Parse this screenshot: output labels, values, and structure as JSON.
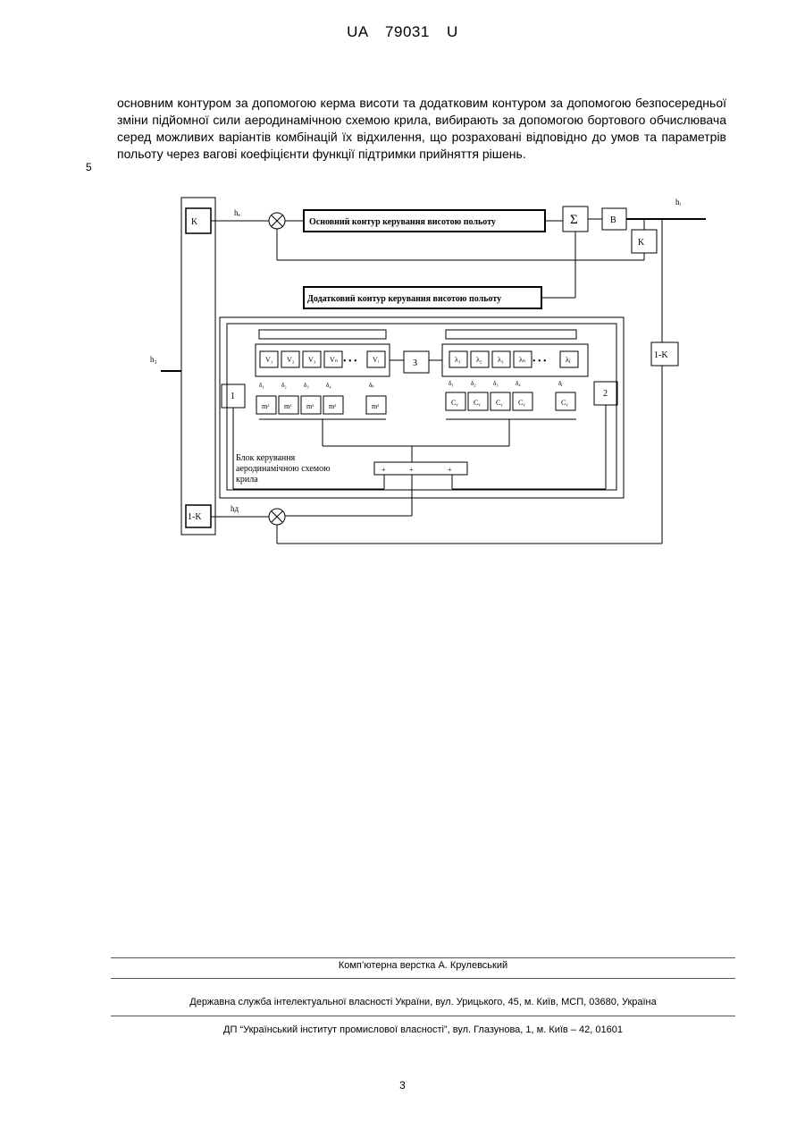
{
  "header": {
    "title": "UA 79031 U"
  },
  "paragraph": {
    "text": "основним контуром за допомогою керма висоти та додатковим контуром за допомогою безпосередньої зміни підйомної сили аеродинамічною схемою крила, вибирають за допомогою бортового обчислювача серед можливих варіантів комбінацій їх відхилення, що розраховані відповідно до умов та параметрів польоту через вагові коефіцієнти функції підтримки прийняття рішень.",
    "line_number": "5"
  },
  "diagram": {
    "main_contour": "Основний контур керування висотою польоту",
    "extra_contour": "Додатковий контур керування висотою польоту",
    "wing_block": [
      "Блок керування",
      "аеродинамічною схемою",
      "крила"
    ],
    "k_block": "K",
    "one_minus_k": "1-K",
    "sum_symbol": "Σ",
    "b_block": "B",
    "z_block": "З",
    "block_1": "1",
    "block_2": "2",
    "dots": "• • •",
    "h_in": "h₃",
    "h_e": "hₑ",
    "h_out": "hᵢ",
    "h_d": "hд",
    "v_blocks": [
      "V₁",
      "V₂",
      "V₃",
      "Vₙ",
      "Vᵢ"
    ],
    "lambda_blocks": [
      "λ₁",
      "λ₂",
      "λ₃",
      "λₙ",
      "λⱼ"
    ],
    "delta_labels": [
      "δ₁",
      "δ₂",
      "δ₃",
      "δ₄",
      "δₖ"
    ],
    "delta_labels_right": [
      "δ₁",
      "δ₂",
      "δ₃",
      "δ₄",
      "δⱼ"
    ],
    "m_blocks": [
      "mᶻ",
      "mᶻ",
      "mᶻ",
      "mᶻ",
      "mᶻ"
    ],
    "c_blocks": [
      "Cᵧ",
      "Cᵧ",
      "Cᵧ",
      "Cᵧ",
      "Cᵧ"
    ],
    "plus": "+"
  },
  "footer": {
    "layout": "Комп’ютерна верстка А. Крулевський",
    "agency": "Державна служба інтелектуальної власності України, вул. Урицького, 45, м. Київ, МСП, 03680, Україна",
    "institute": "ДП “Український інститут промислової власності”, вул. Глазунова, 1, м. Київ – 42, 01601"
  },
  "page_number": "3"
}
